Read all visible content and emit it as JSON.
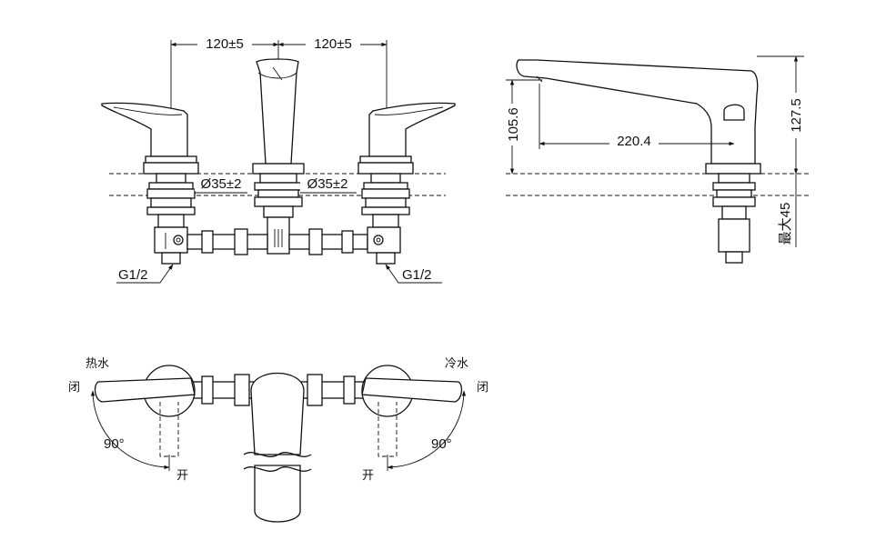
{
  "front_view": {
    "dim_left_spacing": "120±5",
    "dim_right_spacing": "120±5",
    "dim_hole_left": "Ø35±2",
    "dim_hole_right": "Ø35±2",
    "thread_left": "G1/2",
    "thread_right": "G1/2"
  },
  "side_view": {
    "dim_spout_height": "105.6",
    "dim_spout_reach": "220.4",
    "dim_total_height": "127.5",
    "dim_max_thickness": "最大45"
  },
  "top_view": {
    "hot_label": "热水",
    "cold_label": "冷水",
    "closed_left": "闭",
    "closed_right": "闭",
    "open_left": "开",
    "open_right": "开",
    "angle_left": "90°",
    "angle_right": "90°"
  }
}
